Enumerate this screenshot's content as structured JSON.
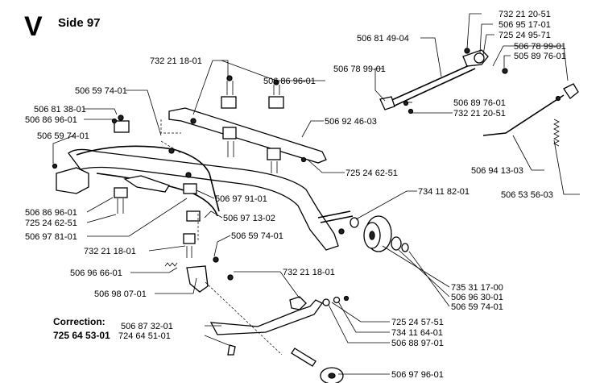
{
  "header": {
    "section_letter": "V",
    "page_label": "Side 97"
  },
  "correction": {
    "heading": "Correction:",
    "part_number": "725 64 53-01"
  },
  "part_labels": [
    "732 21 20-51",
    "506 95 17-01",
    "725 24 95-71",
    "506 81 49-04",
    "506 78 99-01",
    "505 89 76-01",
    "506 78 99-01",
    "732 21 18-01",
    "506 86 96-01",
    "506 59 74-01",
    "506 81 38-01",
    "506 86 96-01",
    "506 59 74-01",
    "506 89 76-01",
    "732 21 20-51",
    "506 92 46-03",
    "506 94 13-03",
    "725 24 62-51",
    "506 53 56-03",
    "734 11 82-01",
    "506 86 96-01",
    "725 24 62-51",
    "506 97 81-01",
    "506 97 91-01",
    "506 97 13-02",
    "506 59 74-01",
    "732 21 18-01",
    "506 96 66-01",
    "732 21 18-01",
    "506 98 07-01",
    "735 31 17-00",
    "506 96 30-01",
    "506 59 74-01",
    "506 87 32-01",
    "724 64 51-01",
    "725 24 57-51",
    "734 11 64-01",
    "506 88 97-01",
    "506 97 96-01"
  ]
}
